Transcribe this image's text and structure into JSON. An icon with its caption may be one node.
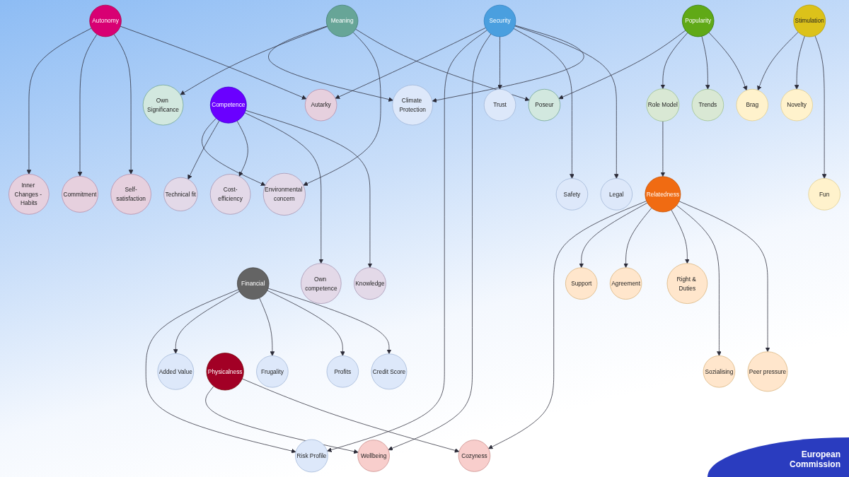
{
  "diagram": {
    "nodes": [
      {
        "text": [
          "Inner Changes - Habits"
        ]
      },
      {
        "text": [
          "Support"
        ]
      },
      {
        "text": [
          "Agreement"
        ]
      },
      {
        "text": [
          "Right & Duties"
        ]
      },
      {
        "text": [
          "Commitment"
        ]
      },
      {
        "text": [
          "Autonomy"
        ]
      },
      {
        "text": [
          "Self-satisfaction"
        ]
      },
      {
        "text": [
          "Wellbeing"
        ]
      },
      {
        "text": [
          "Physicalness"
        ]
      },
      {
        "text": [
          "Cozyness"
        ]
      },
      {
        "text": [
          "Relatedness"
        ]
      },
      {
        "text": [
          "Sozialising"
        ]
      },
      {
        "text": [
          "Peer pressure"
        ]
      },
      {
        "text": [
          "Autarky"
        ]
      },
      {
        "text": [
          "Own Significance"
        ]
      },
      {
        "text": [
          "Role Model"
        ]
      },
      {
        "text": [
          "Trust"
        ]
      },
      {
        "text": [
          "Safety"
        ]
      },
      {
        "text": [
          "Security"
        ]
      },
      {
        "text": [
          "Climate Protection"
        ]
      },
      {
        "text": [
          "Meaning"
        ]
      },
      {
        "text": [
          "Poseur"
        ]
      },
      {
        "text": [
          "Popularity"
        ]
      },
      {
        "text": [
          "Trends"
        ]
      },
      {
        "text": [
          "Legal"
        ]
      },
      {
        "text": [
          "Risk Profile"
        ]
      },
      {
        "text": [
          "Environmental concern"
        ]
      },
      {
        "text": [
          "Brag"
        ]
      },
      {
        "text": [
          "Added Value"
        ]
      },
      {
        "text": [
          "Financial"
        ]
      },
      {
        "text": [
          "Frugality"
        ]
      },
      {
        "text": [
          "Technical fit"
        ]
      },
      {
        "text": [
          "Competence"
        ]
      },
      {
        "text": [
          "Cost-efficiency"
        ]
      },
      {
        "text": [
          "Novelty"
        ]
      },
      {
        "text": [
          "Stimulation"
        ]
      },
      {
        "text": [
          "Fun"
        ]
      },
      {
        "text": [
          "Profits"
        ]
      },
      {
        "text": [
          "Credit Score"
        ]
      },
      {
        "text": [
          "Own competence"
        ]
      },
      {
        "text": [
          "Knowledge"
        ]
      }
    ],
    "edges": [
      {
        "from": 5,
        "to": 0,
        "arrow": "to"
      },
      {
        "from": 5,
        "to": 4,
        "arrow": "to"
      },
      {
        "from": 5,
        "to": 6,
        "arrow": "to"
      },
      {
        "from": 5,
        "to": 13,
        "arrow": "to"
      },
      {
        "from": 18,
        "to": 13,
        "arrow": "to"
      },
      {
        "from": 18,
        "to": 25,
        "arrow": "to"
      },
      {
        "from": 18,
        "to": 7,
        "arrow": "to"
      },
      {
        "from": 18,
        "to": 16,
        "arrow": "to"
      },
      {
        "from": 18,
        "to": 17,
        "arrow": "to"
      },
      {
        "from": 18,
        "to": 24,
        "arrow": "to"
      },
      {
        "from": 18,
        "to": 19,
        "arrow": "to"
      },
      {
        "from": 20,
        "to": 19,
        "arrow": "to"
      },
      {
        "from": 20,
        "to": 14,
        "arrow": "to"
      },
      {
        "from": 20,
        "to": 26,
        "arrow": "to"
      },
      {
        "from": 20,
        "to": 21,
        "arrow": "to"
      },
      {
        "from": 32,
        "to": 26,
        "arrow": "to"
      },
      {
        "from": 32,
        "to": 31,
        "arrow": "to"
      },
      {
        "from": 32,
        "to": 33,
        "arrow": "to"
      },
      {
        "from": 32,
        "to": 39,
        "arrow": "to"
      },
      {
        "from": 32,
        "to": 40,
        "arrow": "to"
      },
      {
        "from": 22,
        "to": 21,
        "arrow": "to"
      },
      {
        "from": 22,
        "to": 15,
        "arrow": "to"
      },
      {
        "from": 22,
        "to": 23,
        "arrow": "to"
      },
      {
        "from": 22,
        "to": 27,
        "arrow": "to"
      },
      {
        "from": 15,
        "to": 10,
        "arrow": "to"
      },
      {
        "from": 10,
        "to": 9,
        "arrow": "to"
      },
      {
        "from": 10,
        "to": 1,
        "arrow": "to"
      },
      {
        "from": 10,
        "to": 2,
        "arrow": "to"
      },
      {
        "from": 10,
        "to": 3,
        "arrow": "to"
      },
      {
        "from": 10,
        "to": 11,
        "arrow": "to"
      },
      {
        "from": 10,
        "to": 12,
        "arrow": "to"
      },
      {
        "from": 35,
        "to": 27,
        "arrow": "to"
      },
      {
        "from": 35,
        "to": 34,
        "arrow": "to"
      },
      {
        "from": 35,
        "to": 36,
        "arrow": "to"
      },
      {
        "from": 29,
        "to": 25,
        "arrow": "to"
      },
      {
        "from": 29,
        "to": 28,
        "arrow": "to"
      },
      {
        "from": 29,
        "to": 30,
        "arrow": "to"
      },
      {
        "from": 29,
        "to": 37,
        "arrow": "to"
      },
      {
        "from": 29,
        "to": 38,
        "arrow": "to"
      },
      {
        "from": 8,
        "to": 7,
        "arrow": "to"
      },
      {
        "from": 8,
        "to": 9,
        "arrow": "to"
      }
    ],
    "labels": [
      "European Commission"
    ]
  }
}
